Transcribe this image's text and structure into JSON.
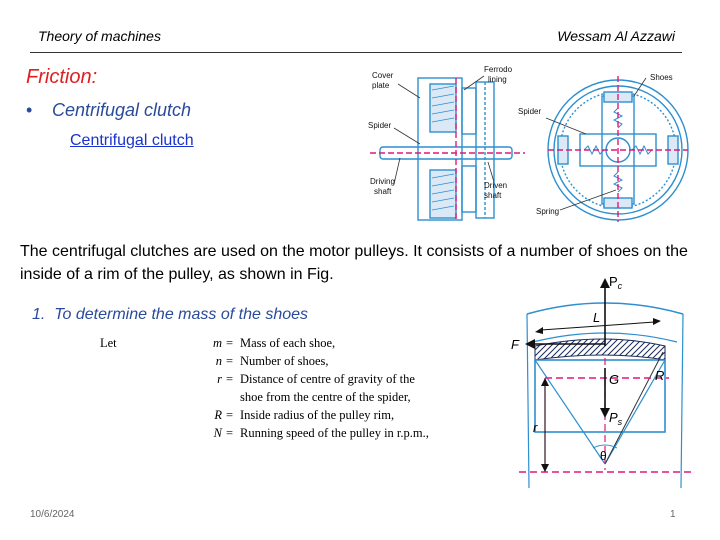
{
  "header": {
    "left": "Theory of machines",
    "right": "Wessam Al Azzawi"
  },
  "heading": "Friction:",
  "bullet": "Centrifugal clutch",
  "link": "Centrifugal clutch",
  "paragraph": "The centrifugal clutches are used on the motor pulleys. It consists of a number of shoes on the inside of a rim of the pulley, as shown in Fig.",
  "subheading": {
    "number": "1.",
    "text": "To determine the mass of the shoes"
  },
  "definitions": {
    "let": "Let",
    "items": [
      {
        "symbol": "m",
        "eq": "=",
        "text": "Mass of each shoe,"
      },
      {
        "symbol": "n",
        "eq": "=",
        "text": "Number of shoes,"
      },
      {
        "symbol": "r",
        "eq": "=",
        "text": "Distance of centre of gravity of the shoe from the centre of the spider,"
      },
      {
        "symbol": "R",
        "eq": "=",
        "text": "Inside radius of the pulley rim,"
      },
      {
        "symbol": "N",
        "eq": "=",
        "text": "Running speed of the pulley in r.p.m.,"
      }
    ]
  },
  "clutch_figure": {
    "labels": {
      "cover_plate_1": "Cover",
      "cover_plate_2": "plate",
      "ferrodo_1": "Ferrodo",
      "ferrodo_2": "lining",
      "spider_left": "Spider",
      "driving_1": "Driving",
      "driving_2": "shaft",
      "driven_1": "Driven",
      "driven_2": "shaft",
      "shoes": "Shoes",
      "spider_right": "Spider",
      "spring": "Spring"
    }
  },
  "shoe_figure": {
    "labels": {
      "pc": "P",
      "pc_sub": "c",
      "L": "L",
      "F": "F",
      "G": "G",
      "R": "R",
      "ps": "P",
      "ps_sub": "s",
      "r": "r",
      "theta": "θ"
    }
  },
  "footer": {
    "date": "10/6/2024",
    "page": "1"
  },
  "colors": {
    "heading": "#e02020",
    "subtitle": "#2a4a9a",
    "link": "#1a33cc",
    "diagram_blue": "#2d8fd0",
    "diagram_magenta": "#e0197d"
  }
}
